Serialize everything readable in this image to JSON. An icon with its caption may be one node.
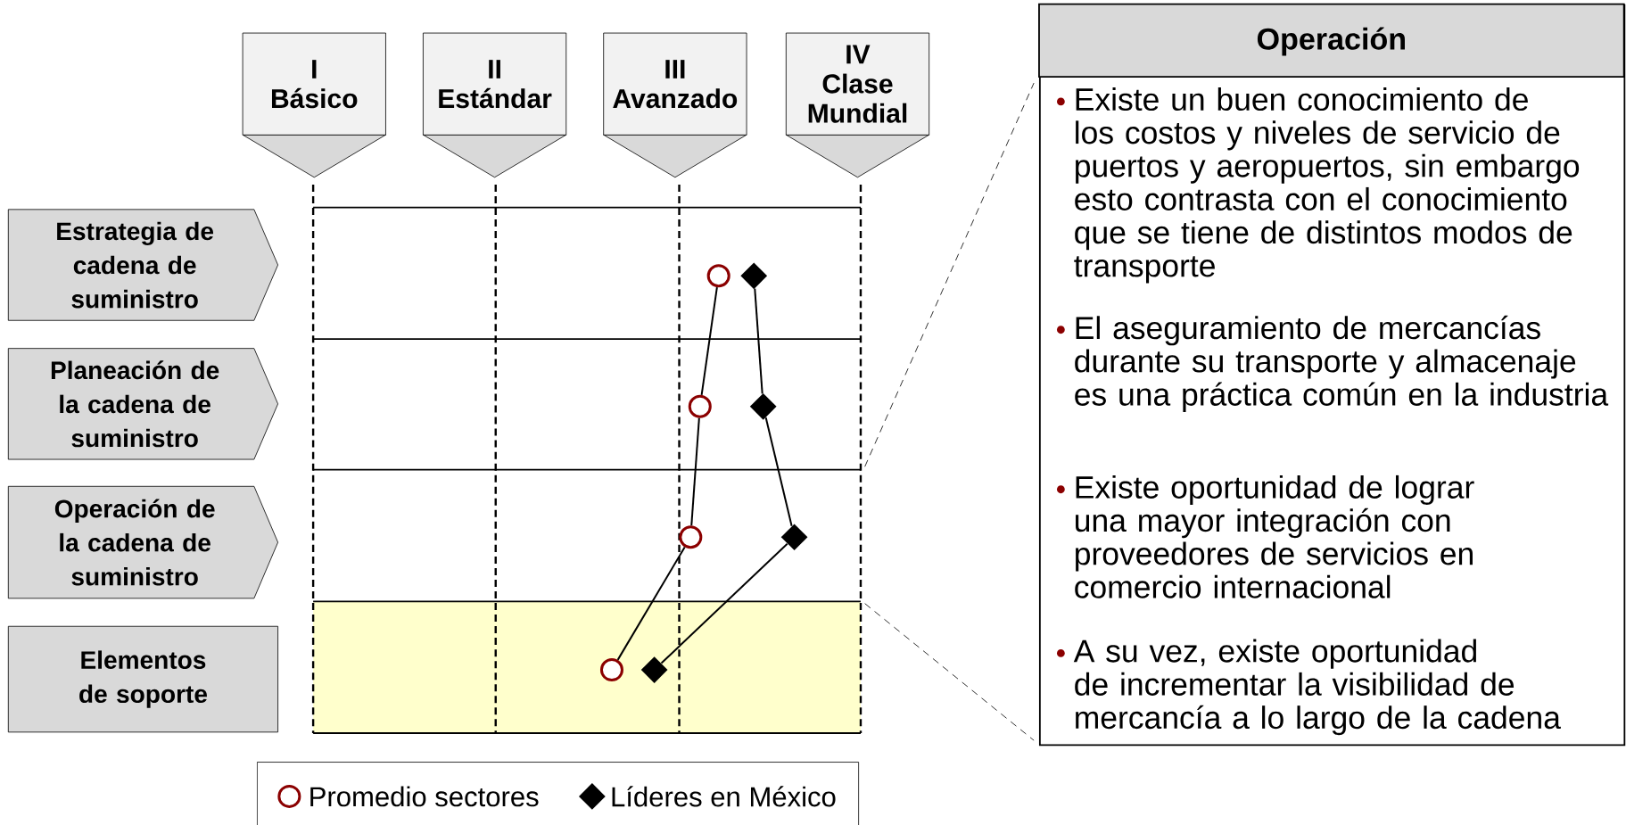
{
  "diagram": {
    "nodes": [
      {
        "text": [
          "I",
          "Básico"
        ]
      },
      {
        "text": [
          "II",
          "Estándar"
        ]
      },
      {
        "text": [
          "III",
          "Avanzado"
        ]
      },
      {
        "text": [
          "IV",
          "Clase Mundial"
        ]
      },
      {
        "text": [
          "Estrategia de cadena de suministro"
        ]
      },
      {
        "text": [
          "Planeación de la cadena de suministro"
        ]
      },
      {
        "text": [
          "Operación de la cadena de suministro"
        ]
      },
      {
        "text": [
          "Elementos de soporte"
        ]
      },
      {
        "text": [
          "Operación",
          "Existe un buen conocimiento de los costos y niveles de servicio de puertos y aeropuertos, sin embargo esto contrasta con el conocimiento que se tiene de distintos modos de transporte",
          "El aseguramiento de mercancías durante su transporte y almacenaje es una práctica común en la industria",
          "Existe oportunidad de lograr una mayor integración con proveedores de servicios en comercio internacional",
          "A su vez, existe oportunidad de incrementar la visibilidad de mercancía a lo largo de la cadena"
        ]
      },
      {
        "text": [],
        "shape": "circle"
      },
      {
        "text": [],
        "shape": "circle"
      },
      {
        "text": [],
        "shape": "circle"
      },
      {
        "text": [],
        "shape": "circle"
      },
      {
        "text": [],
        "shape": "diamond"
      },
      {
        "text": [],
        "shape": "diamond"
      },
      {
        "text": [],
        "shape": "diamond"
      },
      {
        "text": [],
        "shape": "diamond"
      }
    ],
    "edges": [
      {
        "from": 9,
        "to": 10,
        "arrow": "none"
      },
      {
        "from": 10,
        "to": 11,
        "arrow": "none"
      },
      {
        "from": 11,
        "to": 12,
        "arrow": "none"
      },
      {
        "from": 13,
        "to": 14,
        "arrow": "none"
      },
      {
        "from": 14,
        "to": 15,
        "arrow": "none"
      },
      {
        "from": 15,
        "to": 16,
        "arrow": "none"
      }
    ],
    "legend": [
      {
        "text": "Promedio sectores"
      },
      {
        "text": "Líderes en México"
      }
    ]
  }
}
